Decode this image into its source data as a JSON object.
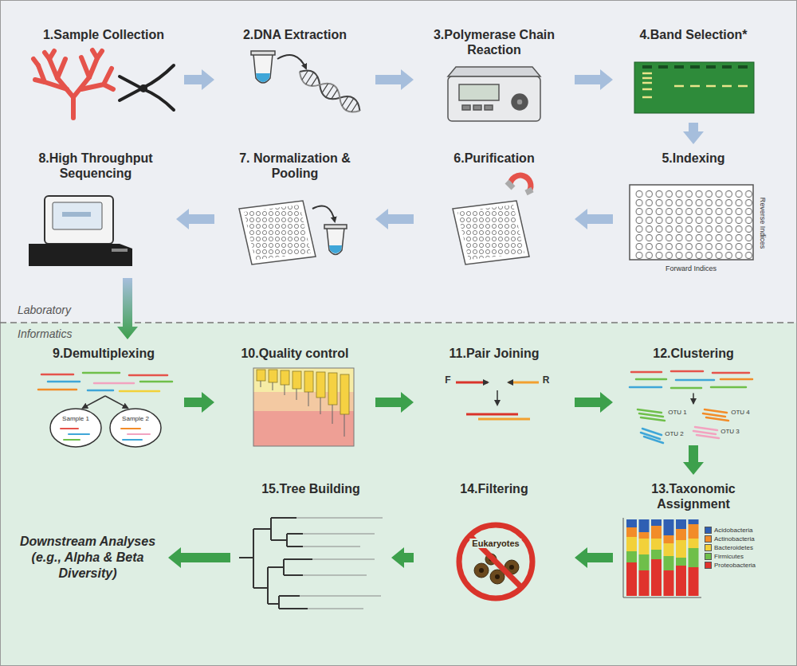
{
  "diagram": {
    "nodes": [
      {
        "text": [
          "Laboratory"
        ]
      },
      {
        "text": [
          "1.Sample Collection"
        ],
        "in": 0
      },
      {
        "text": [
          "2.DNA Extraction"
        ],
        "in": 0
      },
      {
        "text": [
          "3.Polymerase Chain Reaction"
        ],
        "in": 0
      },
      {
        "text": [
          "4.Band Selection*"
        ],
        "in": 0
      },
      {
        "text": [
          "5.Indexing"
        ],
        "in": 0
      },
      {
        "text": [
          "6.Purification"
        ],
        "in": 0
      },
      {
        "text": [
          "7. Normalization & Pooling"
        ],
        "in": 0
      },
      {
        "text": [
          "8.High Throughput Sequencing"
        ],
        "in": 0
      },
      {
        "text": [
          "Informatics"
        ]
      },
      {
        "text": [
          "9.Demultiplexing"
        ],
        "in": 9
      },
      {
        "text": [
          "10.Quality control"
        ],
        "in": 9
      },
      {
        "text": [
          "11.Pair Joining"
        ],
        "in": 9
      },
      {
        "text": [
          "12.Clustering"
        ],
        "in": 9
      },
      {
        "text": [
          "13.Taxonomic Assignment"
        ],
        "in": 9
      },
      {
        "text": [
          "14.Filtering"
        ],
        "in": 9
      },
      {
        "text": [
          "15.Tree Building"
        ],
        "in": 9
      },
      {
        "text": [
          "Downstream Analyses (e.g., Alpha & Beta Diversity)"
        ],
        "in": 9
      }
    ],
    "edges": [
      {
        "from": 1,
        "to": 2,
        "arrow": "to"
      },
      {
        "from": 2,
        "to": 3,
        "arrow": "to"
      },
      {
        "from": 3,
        "to": 4,
        "arrow": "to"
      },
      {
        "from": 4,
        "to": 5,
        "arrow": "to"
      },
      {
        "from": 5,
        "to": 6,
        "arrow": "to"
      },
      {
        "from": 6,
        "to": 7,
        "arrow": "to"
      },
      {
        "from": 7,
        "to": 8,
        "arrow": "to"
      },
      {
        "from": 8,
        "to": 10,
        "arrow": "to"
      },
      {
        "from": 10,
        "to": 11,
        "arrow": "to"
      },
      {
        "from": 11,
        "to": 12,
        "arrow": "to"
      },
      {
        "from": 12,
        "to": 13,
        "arrow": "to"
      },
      {
        "from": 13,
        "to": 14,
        "arrow": "to"
      },
      {
        "from": 14,
        "to": 15,
        "arrow": "to"
      },
      {
        "from": 15,
        "to": 16,
        "arrow": "to"
      },
      {
        "from": 16,
        "to": 17,
        "arrow": "to"
      }
    ],
    "labels": [
      "Forward Indices",
      "Reverse Indices",
      "Sample 1",
      "Sample 2",
      "F",
      "R",
      "OTU 1",
      "OTU 4",
      "OTU 2",
      "OTU 3",
      "Eukaryotes"
    ],
    "legend": [
      {
        "text": "Acidobacteria",
        "color": "#2f5fb3"
      },
      {
        "text": "Actinobacteria",
        "color": "#f28c28"
      },
      {
        "text": "Bacteroidetes",
        "color": "#f2d13a"
      },
      {
        "text": "Firmicutes",
        "color": "#6fbf4a"
      },
      {
        "text": "Proteobacteria",
        "color": "#e0332d"
      }
    ]
  }
}
